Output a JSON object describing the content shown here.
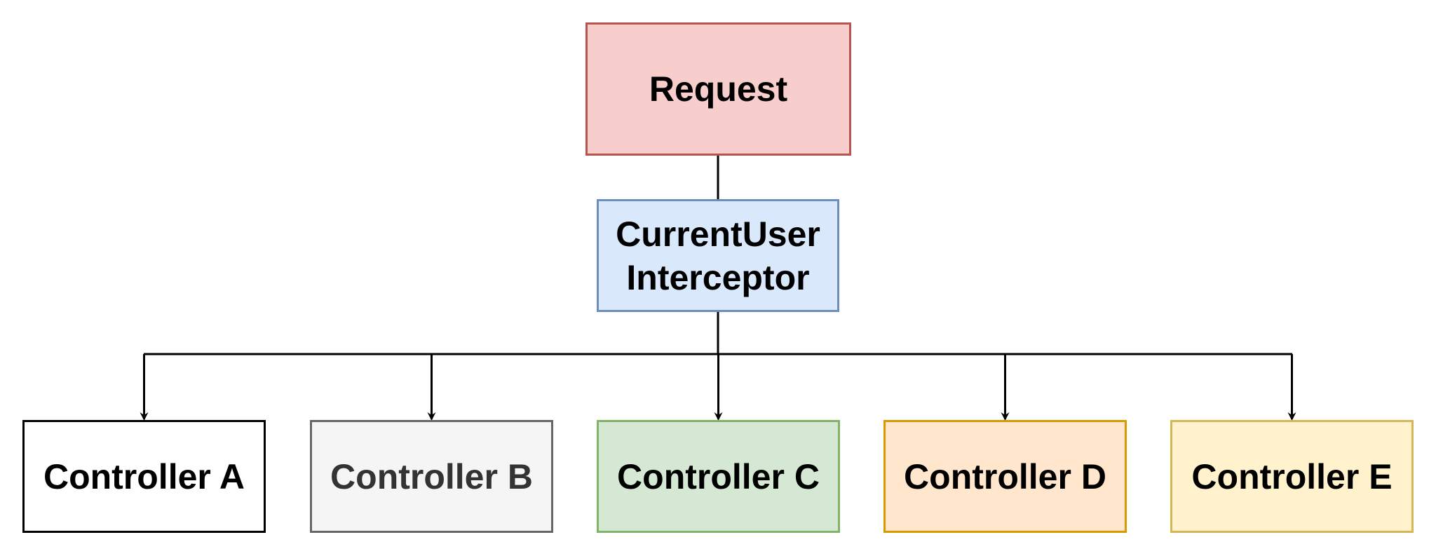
{
  "nodes": {
    "request": {
      "label": "Request",
      "fill": "#f8cecc",
      "stroke": "#b85450",
      "text": "#000000"
    },
    "interceptor": {
      "label": "CurrentUser\nInterceptor",
      "fill": "#dae8fc",
      "stroke": "#6c8ebf",
      "text": "#000000"
    },
    "controllers": [
      {
        "label": "Controller A",
        "fill": "#ffffff",
        "stroke": "#000000",
        "text": "#000000"
      },
      {
        "label": "Controller B",
        "fill": "#f5f5f5",
        "stroke": "#666666",
        "text": "#333333"
      },
      {
        "label": "Controller C",
        "fill": "#d5e8d4",
        "stroke": "#82b366",
        "text": "#000000"
      },
      {
        "label": "Controller D",
        "fill": "#ffe6cc",
        "stroke": "#d79b00",
        "text": "#000000"
      },
      {
        "label": "Controller E",
        "fill": "#fff2cc",
        "stroke": "#d6b656",
        "text": "#000000"
      }
    ]
  },
  "edge_color": "#000000"
}
